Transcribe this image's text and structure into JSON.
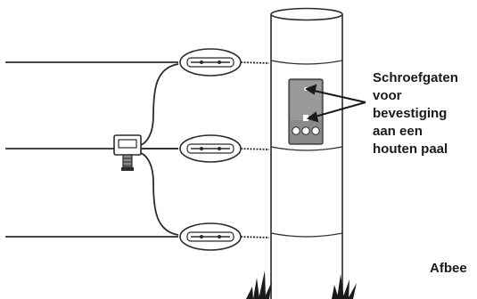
{
  "callout": {
    "lines": [
      "Schroefgaten",
      "voor",
      "bevestiging",
      "aan een",
      "houten paal"
    ]
  },
  "figure_label": "Afbee",
  "colors": {
    "line": "#2b2b2b",
    "post_fill": "#ffffff",
    "plate_fill": "#8a8a8a",
    "grass": "#1a1a1a"
  }
}
